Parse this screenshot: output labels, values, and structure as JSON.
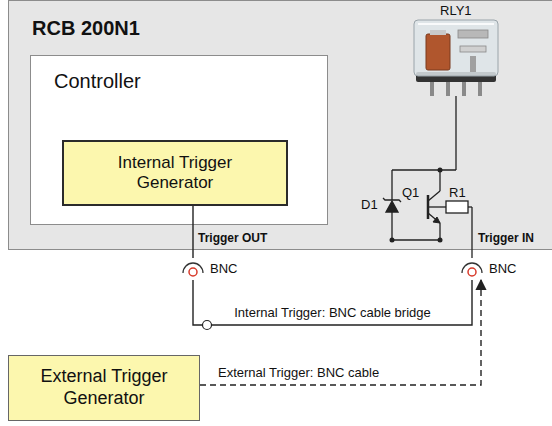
{
  "diagram": {
    "nodes": [
      {
        "text": [
          "RCB 200N1"
        ]
      },
      {
        "text": [
          "Controller"
        ],
        "in": 0
      },
      {
        "text": [
          "Internal Trigger Generator"
        ],
        "in": 1
      },
      {
        "text": [
          "BNC"
        ]
      },
      {
        "text": [
          "BNC"
        ]
      },
      {
        "text": [
          "External Trigger Generator"
        ]
      }
    ],
    "edges": [
      {
        "from": 2,
        "to": 3,
        "arrow": "none"
      },
      {
        "from": 3,
        "to": 4,
        "label": "Internal Trigger: BNC cable bridge",
        "arrow": "none"
      },
      {
        "from": 5,
        "to": 4,
        "label": "External Trigger: BNC cable",
        "arrow": "to"
      }
    ],
    "labels": [
      "RLY1",
      "D1",
      "Q1",
      "R1",
      "Trigger OUT",
      "Trigger IN"
    ]
  }
}
